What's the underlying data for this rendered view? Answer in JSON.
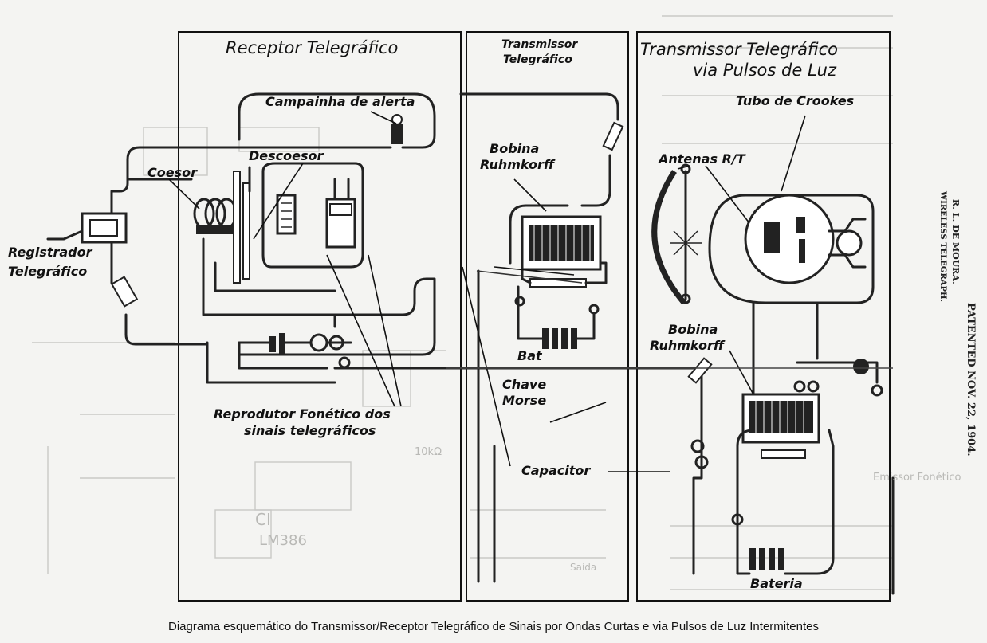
{
  "panels": {
    "receptor": "Receptor Telegráfico",
    "transmissor_line1": "Transmissor",
    "transmissor_line2": "Telegráfico",
    "pulsos_line1": "Transmissor Telegráfico",
    "pulsos_line2": "via Pulsos de Luz"
  },
  "labels": {
    "campainha": "Campainha de alerta",
    "descoesor": "Descoesor",
    "coesor": "Coesor",
    "registrador_line1": "Registrador",
    "registrador_line2": "Telegráfico",
    "reprodutor_line1": "Reprodutor Fonético dos",
    "reprodutor_line2": "sinais telegráficos",
    "bobina_line1": "Bobina",
    "bobina_line2": "Ruhmkorff",
    "bat": "Bat",
    "chave_line1": "Chave",
    "chave_line2": "Morse",
    "capacitor": "Capacitor",
    "tubo": "Tubo de Crookes",
    "antenas": "Antenas R/T",
    "bobina2_line1": "Bobina",
    "bobina2_line2": "Ruhmkorff",
    "bateria": "Bateria"
  },
  "patent_text": {
    "line1": "R. L. DE MOURA.",
    "line2": "WIRELESS TELEGRAPH.",
    "line3": "PATENTED NOV. 22, 1904."
  },
  "caption": "Diagrama esquemático do Transmissor/Receptor Telegráfico de Sinais por Ondas Curtas e via Pulsos de Luz Intermitentes",
  "background_text": {
    "chip": "LM386",
    "chip_prefix": "CI",
    "resistor": "10kΩ",
    "bottom_label": "Saída",
    "bottom_right_a": "Emissor Fonético"
  }
}
